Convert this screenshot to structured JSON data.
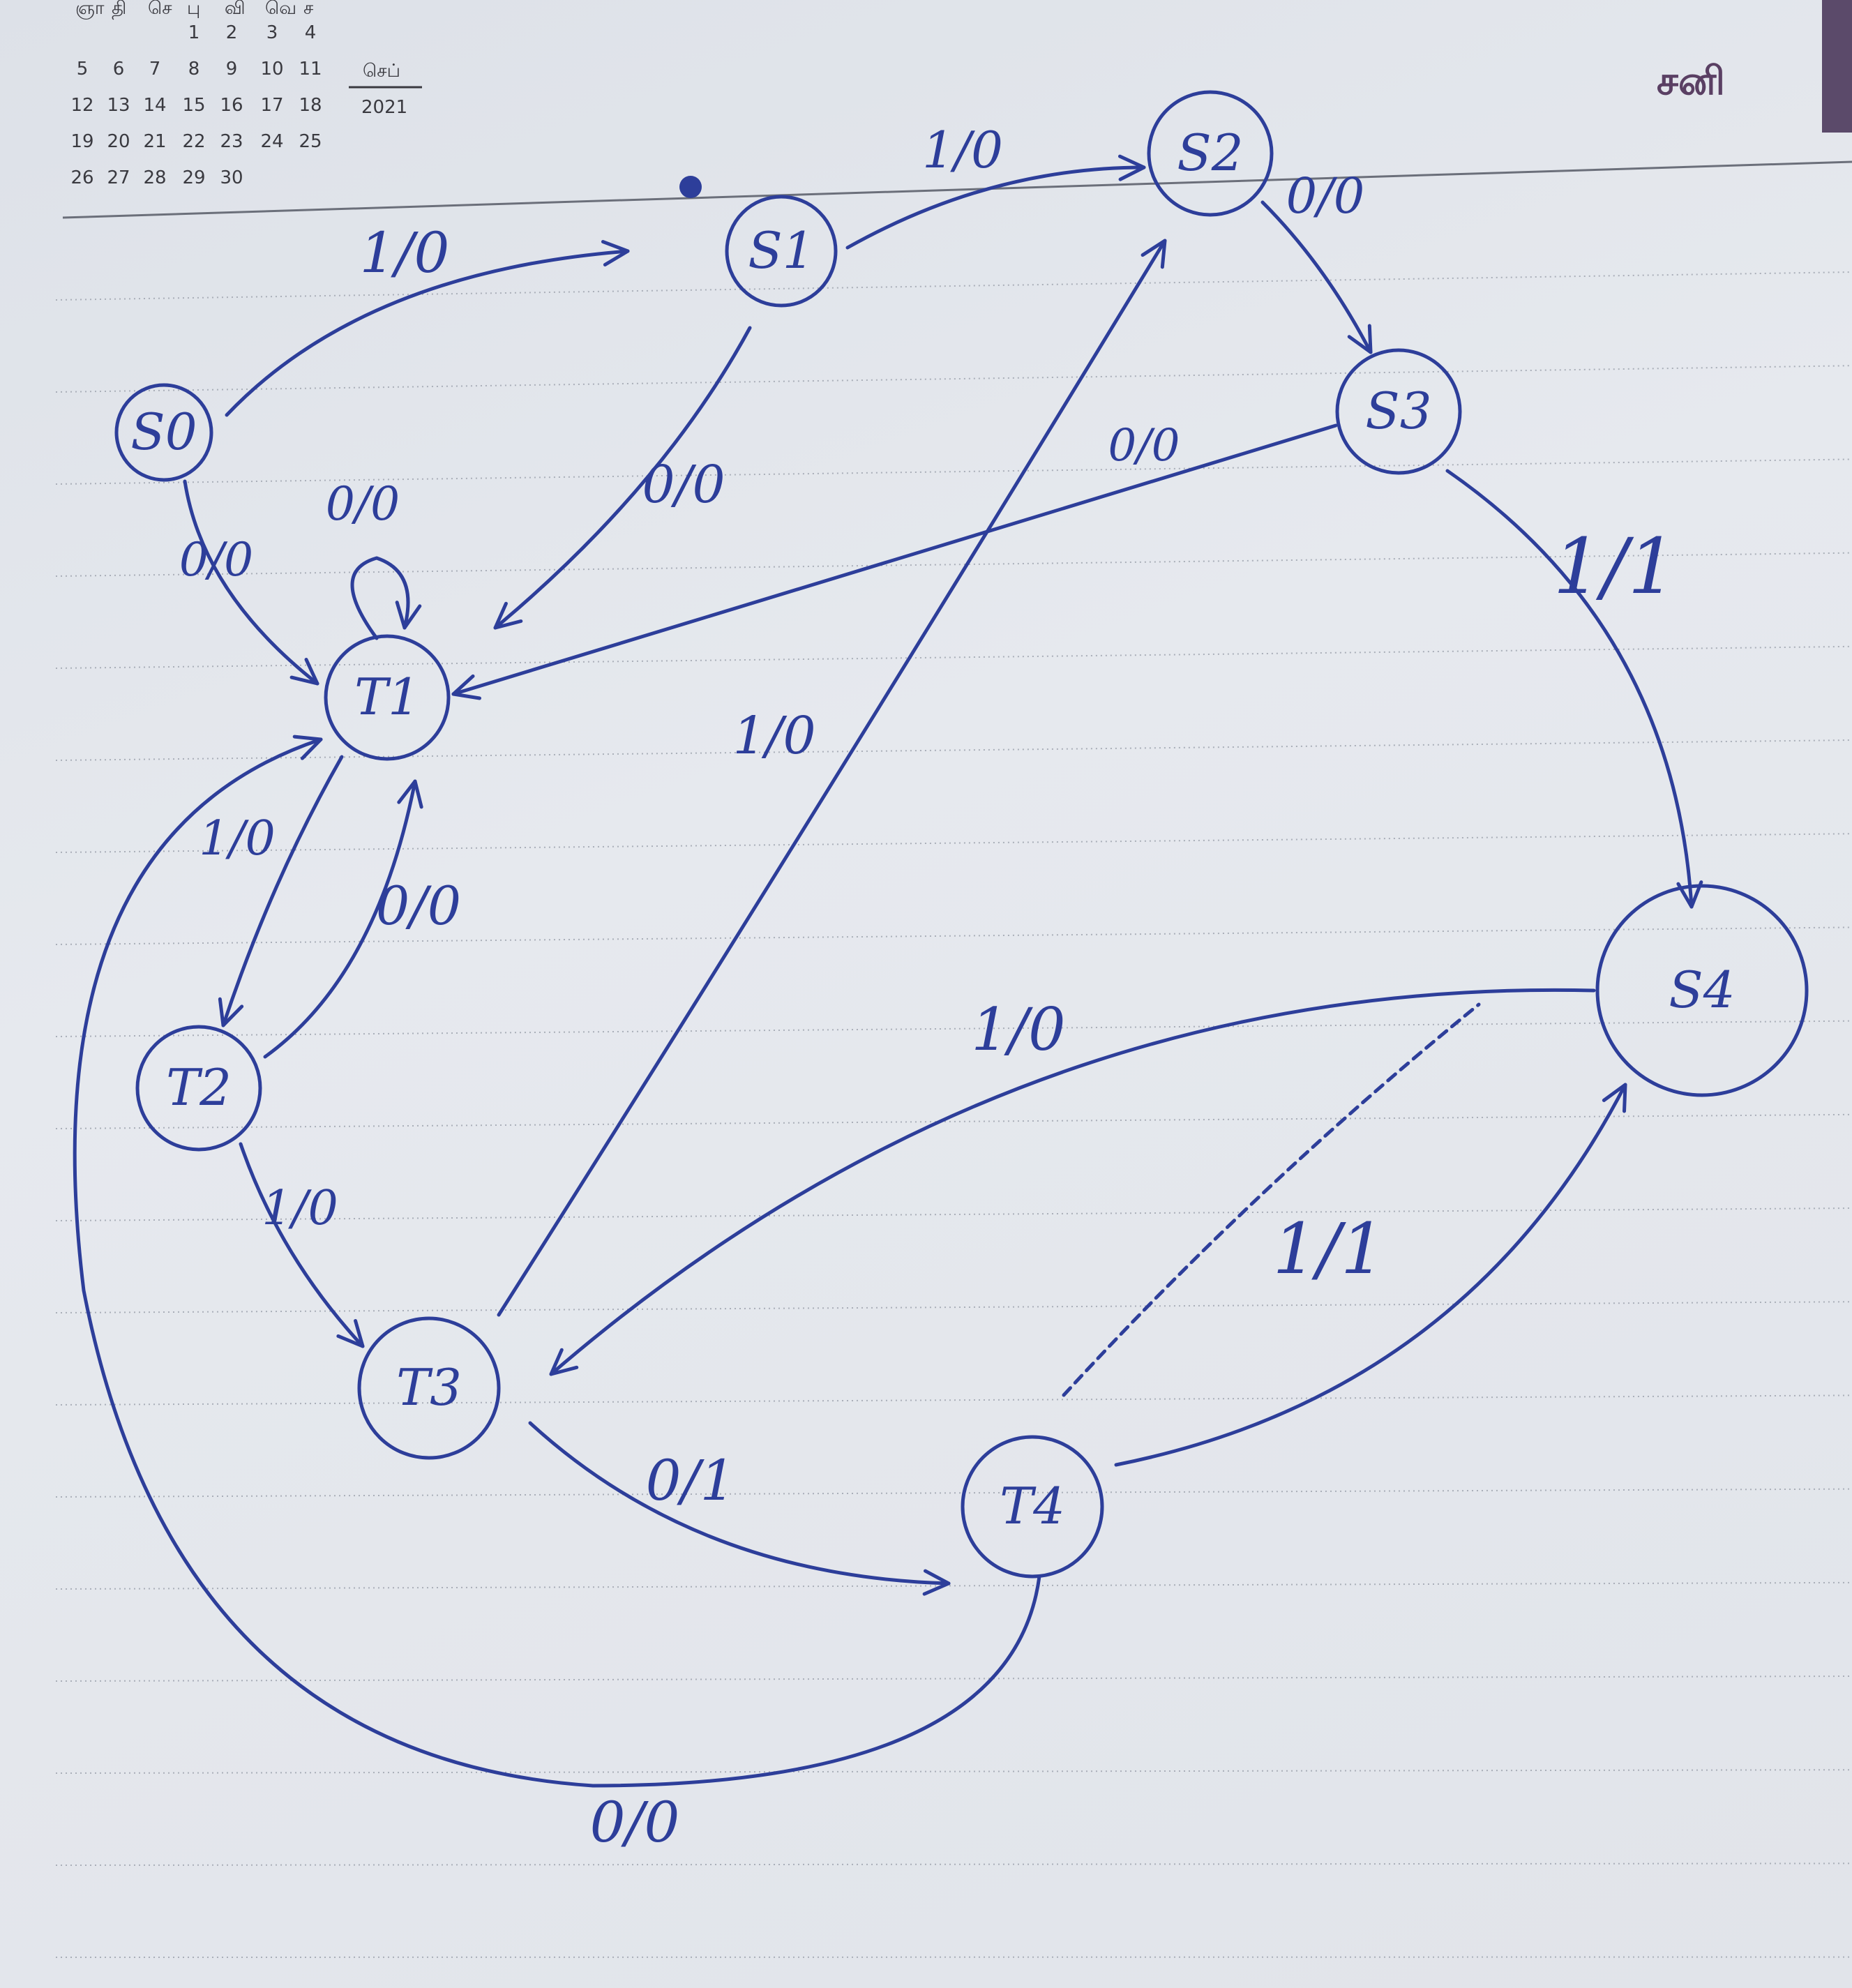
{
  "calendar": {
    "weekday_header": [
      "ஞா",
      "தி",
      "செ",
      "பு",
      "வி",
      "வெ",
      "ச"
    ],
    "rows": [
      [
        "",
        "",
        "",
        "1",
        "2",
        "3",
        "4"
      ],
      [
        "5",
        "6",
        "7",
        "8",
        "9",
        "10",
        "11"
      ],
      [
        "12",
        "13",
        "14",
        "15",
        "16",
        "17",
        "18"
      ],
      [
        "19",
        "20",
        "21",
        "22",
        "23",
        "24",
        "25"
      ],
      [
        "26",
        "27",
        "28",
        "29",
        "30",
        "",
        ""
      ]
    ],
    "month": "செப்",
    "year": "2021"
  },
  "day_label": "சனி",
  "diagram": {
    "states": [
      {
        "id": "S0",
        "label": "S0"
      },
      {
        "id": "S1",
        "label": "S1"
      },
      {
        "id": "S2",
        "label": "S2"
      },
      {
        "id": "S3",
        "label": "S3"
      },
      {
        "id": "S4",
        "label": "S4"
      },
      {
        "id": "T1",
        "label": "T1"
      },
      {
        "id": "T2",
        "label": "T2"
      },
      {
        "id": "T3",
        "label": "T3"
      },
      {
        "id": "T4",
        "label": "T4"
      }
    ],
    "transitions": [
      {
        "from": "S0",
        "to": "S1",
        "label": "1/0"
      },
      {
        "from": "S1",
        "to": "S2",
        "label": "1/0"
      },
      {
        "from": "S2",
        "to": "S3",
        "label": "0/0"
      },
      {
        "from": "S3",
        "to": "S4",
        "label": "1/1"
      },
      {
        "from": "S0",
        "to": "T1",
        "label": "0/0"
      },
      {
        "from": "S1",
        "to": "T1",
        "label": "0/0"
      },
      {
        "from": "S3",
        "to": "T1",
        "label": "0/0"
      },
      {
        "from": "T1",
        "to": "T1",
        "label": "0/0"
      },
      {
        "from": "T1",
        "to": "T2",
        "label": "1/0"
      },
      {
        "from": "T2",
        "to": "T1",
        "label": "0/0"
      },
      {
        "from": "T2",
        "to": "T3",
        "label": "1/0"
      },
      {
        "from": "T3",
        "to": "S2",
        "label": "1/0"
      },
      {
        "from": "S4",
        "to": "T3",
        "label": "1/0"
      },
      {
        "from": "T3",
        "to": "T4",
        "label": "0/1"
      },
      {
        "from": "T4",
        "to": "S4",
        "label": "1/1"
      },
      {
        "from": "T4",
        "to": "T1",
        "label": "0/0"
      }
    ]
  }
}
